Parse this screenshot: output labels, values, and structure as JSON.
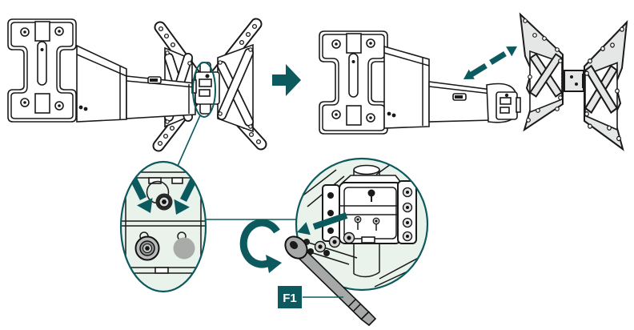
{
  "figure": {
    "kind": "instruction-diagram",
    "subject": "tv-wall-mount-vesa-plate-removal",
    "labels": {
      "tool_part": "F1"
    },
    "colors": {
      "accent": "#0d5a5e",
      "detail_fill": "#e9f3ec",
      "outline": "#1a1a1a",
      "tool": "#a7a9a8",
      "plate": "#e5e7e6",
      "hole": "#a9aba9",
      "label_text": "#ffffff",
      "canvas": "#ffffff"
    },
    "annotations": {
      "step_arrow": "next-step-arrow",
      "detach_arrow": "detach-direction-double-arrow",
      "press_arrows": "press-screws-arrows",
      "unlock_arrow": "connector-release-arrow",
      "rotate_arrow": "rotate-tool-arrow",
      "left_detail": "screw-positions-detail-view",
      "right_detail": "connector-mechanism-detail-view",
      "tool": "allen-wrench-tool"
    }
  }
}
